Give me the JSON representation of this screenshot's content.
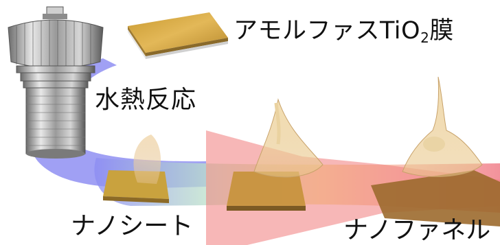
{
  "labels": {
    "amorphous_prefix": "アモルファスTiO",
    "amorphous_sub": "2",
    "amorphous_suffix": "膜",
    "hydrothermal": "水熱反応",
    "nanosheet": "ナノシート",
    "nanofunnel": "ナノファネル"
  },
  "colors": {
    "film": "#d9a93f",
    "film_side": "#9a7a3a",
    "autoclave": "#a8a8a8",
    "arrow_blue": "#7f7ff0",
    "arrow_green": "#a8e6a0",
    "arrow_yellow": "#f4e27a",
    "arrow_red": "#f06a6a"
  },
  "icons": [
    "autoclave-icon",
    "film-substrate-icon",
    "nanosheet-icon",
    "nanofunnel-icon",
    "process-arrow-icon"
  ]
}
